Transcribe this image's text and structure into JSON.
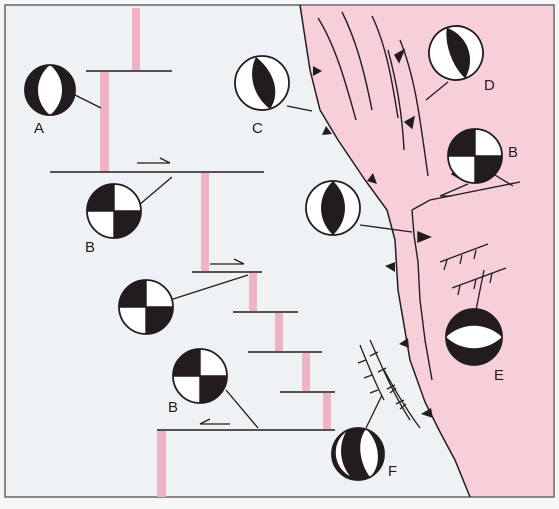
{
  "labels": {
    "a": "A",
    "b_left": "B",
    "b_mid": "B",
    "b_right": "B",
    "c": "C",
    "d": "D",
    "e": "E",
    "f": "F"
  },
  "colors": {
    "oceanic": "#eef2f5",
    "continental": "#f7cfd8",
    "ridge": "#f0b3c3",
    "ink": "#221c1e",
    "frame": "#555555"
  }
}
